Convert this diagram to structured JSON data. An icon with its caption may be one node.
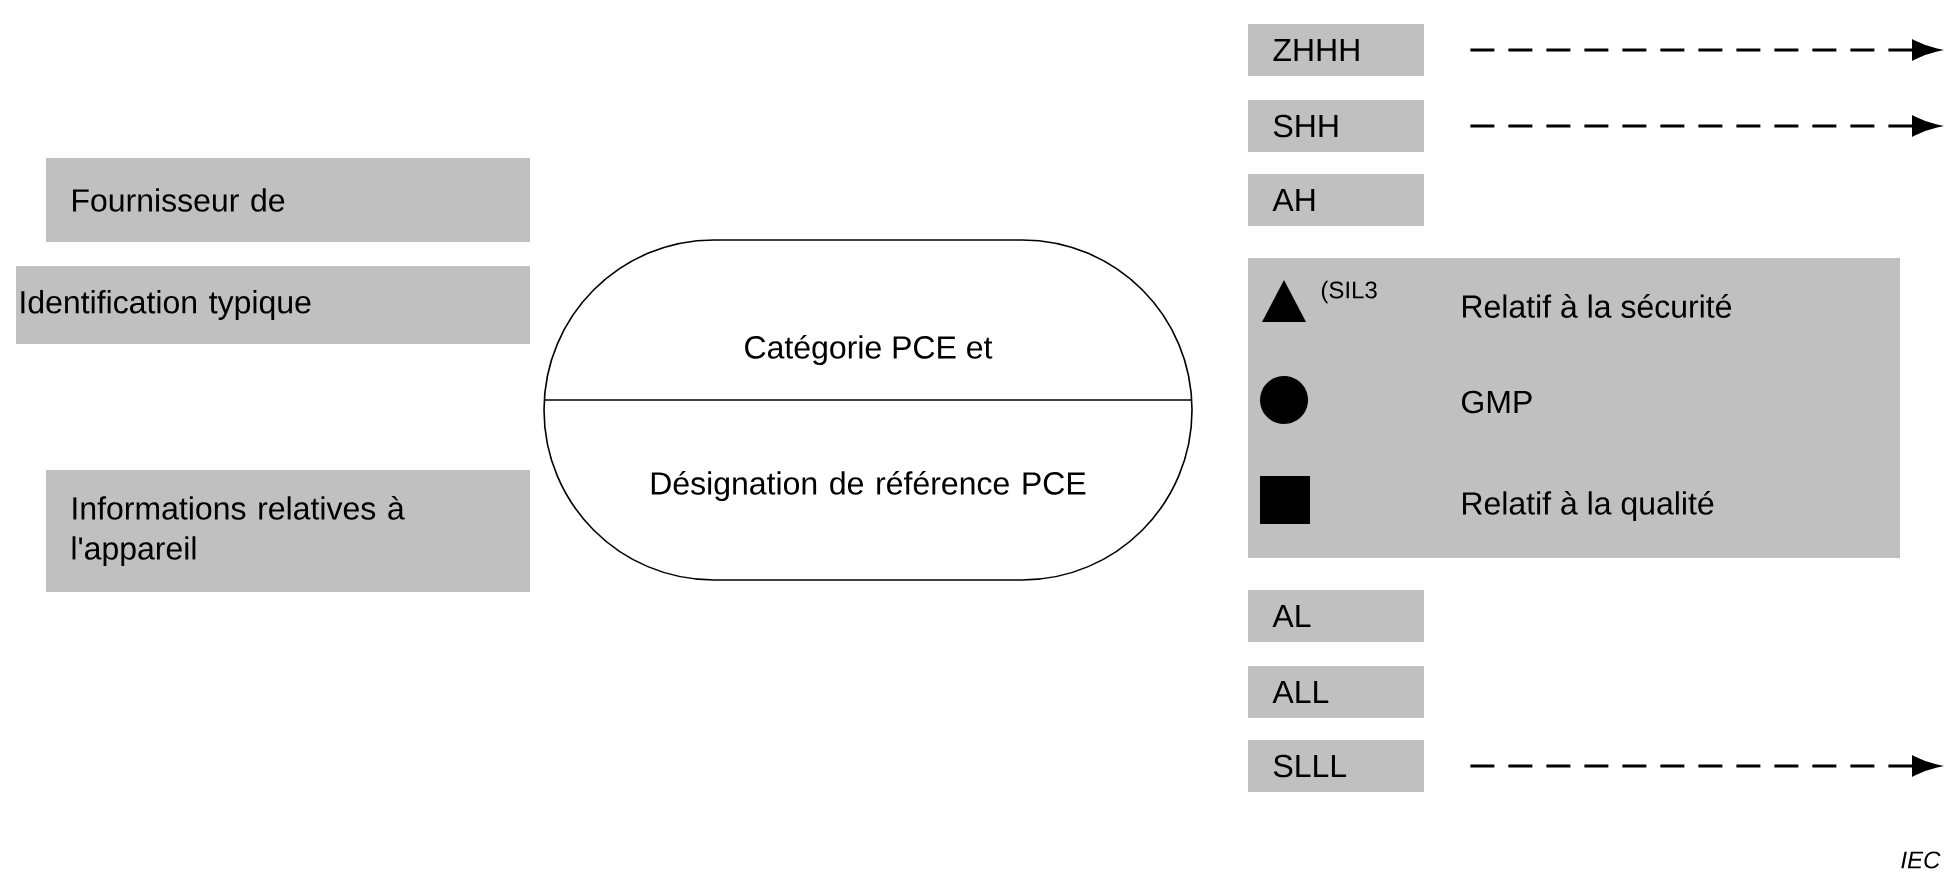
{
  "diagram": {
    "nodes": [
      {
        "text": [
          "Fournisseur de"
        ]
      },
      {
        "text": [
          "Identification typique"
        ]
      },
      {
        "text": [
          "Informations relatives à l'appareil"
        ]
      },
      {
        "text": [
          "Catégorie PCE et",
          "Désignation de référence PCE"
        ]
      },
      {
        "text": [
          "ZHHH"
        ]
      },
      {
        "text": [
          "SHH"
        ]
      },
      {
        "text": [
          "AH"
        ]
      },
      {
        "text": [
          "(SIL3",
          "Relatif à la sécurité",
          "GMP",
          "Relatif à la qualité"
        ]
      },
      {
        "text": [
          "AL"
        ]
      },
      {
        "text": [
          "ALL"
        ]
      },
      {
        "text": [
          "SLLL"
        ]
      }
    ],
    "edges": [
      {
        "from": 4,
        "to": null,
        "arrow": "to",
        "style": "dashed"
      },
      {
        "from": 5,
        "to": null,
        "arrow": "to",
        "style": "dashed"
      },
      {
        "from": 10,
        "to": null,
        "arrow": "to",
        "style": "dashed"
      }
    ],
    "labels": [
      "IEC"
    ]
  }
}
